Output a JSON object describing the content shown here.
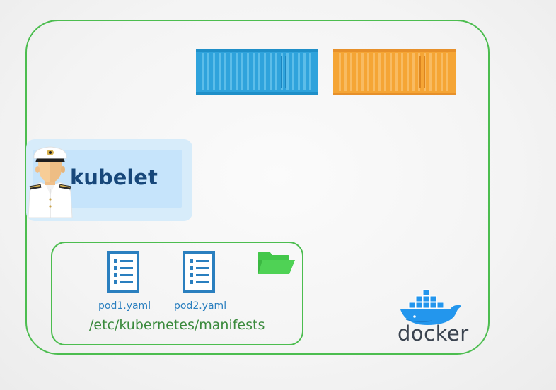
{
  "kubelet": {
    "label": "kubelet"
  },
  "manifests": {
    "path": "/etc/kubernetes/manifests",
    "files": [
      {
        "name": "pod1.yaml"
      },
      {
        "name": "pod2.yaml"
      }
    ]
  },
  "containers": [
    {
      "color": "#2fa3dc"
    },
    {
      "color": "#f5a535"
    }
  ],
  "docker": {
    "wordmark": "docker"
  },
  "colors": {
    "border_green": "#4cbd4f",
    "folder_green": "#43c74a",
    "kubelet_text": "#17477a",
    "file_blue": "#2a7fbf"
  },
  "icons": {
    "captain": "captain-icon",
    "document": "document-icon",
    "folder": "folder-icon",
    "docker": "docker-whale-icon"
  }
}
